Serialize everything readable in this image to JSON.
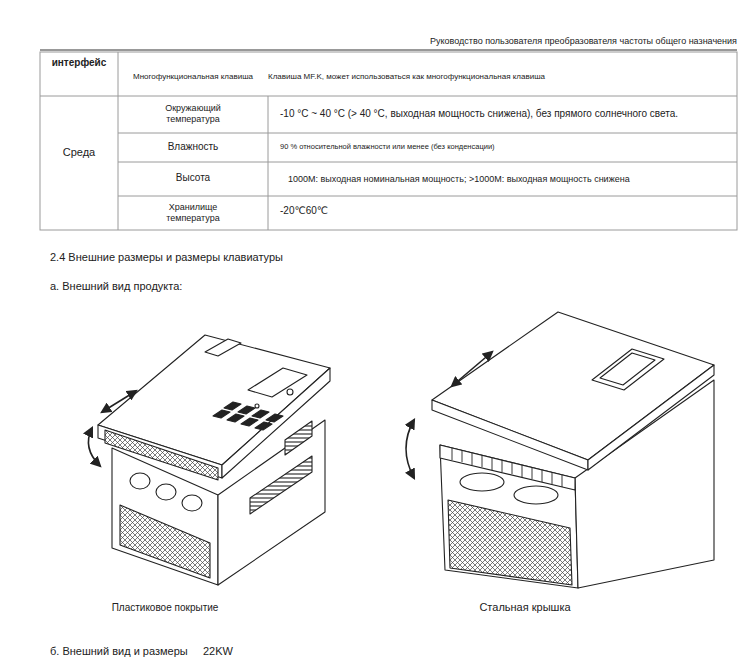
{
  "diagram": {
    "labels": [
      "Руководство пользователя преобразователя частоты общего назначения",
      "интерфейс",
      "Многофункциональная клавиша",
      "Клавиша MF.K, может использоваться как многофункциональная клавиша",
      "Среда",
      "Окружающий температура",
      "-10 °C ~ 40 °C (> 40 °C, выходная мощность снижена), без прямого солнечного света.",
      "Влажность",
      "90 % относительной влажности или менее (без конденсации)",
      "Высота",
      "1000M: выходная номинальная мощность; >1000M: выходная мощность снижена",
      "Хранилище температура",
      "-20℃60℃",
      "2.4 Внешние размеры и размеры клавиатуры",
      "а. Внешний вид продукта:",
      "Пластиковое покрытие",
      "Стальная крышка",
      "б. Внешний вид и размеры",
      "22KW"
    ]
  }
}
